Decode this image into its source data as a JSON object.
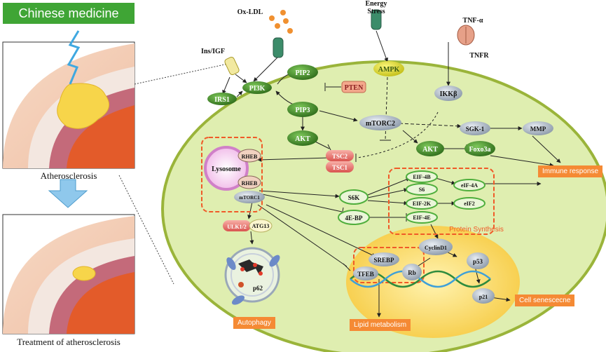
{
  "left_panel": {
    "header": "Chinese medicine",
    "caption_top": "Atherosclerosis",
    "caption_bottom": "Treatment of atherosclerosis"
  },
  "receptors": {
    "ox_ldl": "Ox-LDL",
    "energy_stress": [
      "Energy",
      "Stress"
    ],
    "tnf_alpha": "TNF-α",
    "tnfr": "TNFR",
    "ins_igf": "Ins/IGF"
  },
  "nodes": {
    "irs1": "IRS1",
    "pi3k": "PI3K",
    "pip2": "PIP2",
    "pip3": "PIP3",
    "pten": "PTEN",
    "ampk": "AMPK",
    "ikkb": "IKKβ",
    "akt_left": "AKT",
    "mtorc2": "mTORC2",
    "sgk1": "SGK-1",
    "mmp": "MMP",
    "akt_right": "AKT",
    "foxo3a": "Foxo3a",
    "tsc2": "TSC2",
    "tsc1": "TSC1",
    "lysosome": "Lysosome",
    "rheb_top": "RHEB",
    "rheb_bottom": "RHEB",
    "mtorc1": "mTORC1",
    "s6k": "S6K",
    "ebp4": "4E-BP",
    "eif4b": "EIF-4B",
    "s6": "S6",
    "eif2k": "EIF-2K",
    "eif4e": "EIF-4E",
    "eif4a": "eIF-4A",
    "eif2": "eIF2",
    "ulk12": "ULK1/2",
    "atg13": "ATG13",
    "p62": "p62",
    "cyclind1": "CyclinD1",
    "srebp": "SREBP",
    "tfeb": "TFEB",
    "rb": "Rb",
    "p53": "p53",
    "p21": "p21"
  },
  "labels": {
    "protein_synthesis": "Protein Synthesis",
    "immune_response": "Immune response",
    "autophagy": "Autophagy",
    "lipid_metabolism": "Lipid metabolism",
    "cell_senescence": "Cell senescecne"
  },
  "colors": {
    "green_header": "#3fa535",
    "orange_box": "#f58a34",
    "cell_fill": "#dfeeb0",
    "nucleus_fill": "#f8d25a",
    "dark_green": "#2e6b1a",
    "dashed_orange": "#f05a28"
  }
}
